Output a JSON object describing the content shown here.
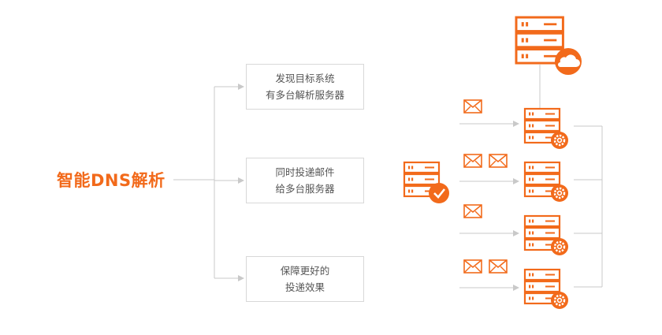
{
  "title": "智能DNS解析",
  "steps": [
    {
      "line1": "发现目标系统",
      "line2": "有多台解析服务器"
    },
    {
      "line1": "同时投递邮件",
      "line2": "给多台服务器"
    },
    {
      "line1": "保障更好的",
      "line2": "投递效果"
    }
  ],
  "colors": {
    "accent": "#f26a1b",
    "line": "#c9c9c9",
    "border": "#d8d8d8",
    "text": "#555555"
  },
  "icons": {
    "top_server": "server-cloud-icon",
    "source_server": "server-check-icon",
    "target_servers": "server-gear-icon",
    "mail": "envelope-icon"
  }
}
